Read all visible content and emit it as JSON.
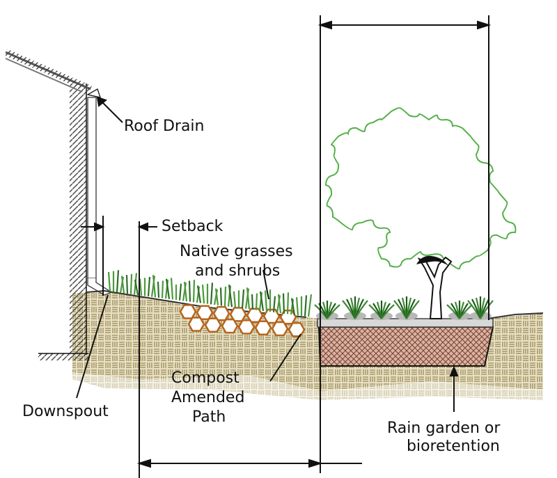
{
  "labels": {
    "roof_drain": "Roof Drain",
    "setback": "Setback",
    "grasses_line1": "Native grasses",
    "grasses_line2": "and shrubs",
    "downspout": "Downspout",
    "compost_line1": "Compost",
    "compost_line2": "Amended",
    "compost_line3": "Path",
    "rain_line1": "Rain garden or",
    "rain_line2": "bioretention"
  },
  "colors": {
    "line": "#111111",
    "soil": "#c9bb8f",
    "grass": "#4a9a3a",
    "tree_canopy": "#55b04a",
    "compost_hex": "#b5651d",
    "bioretention": "#8a5a4a"
  }
}
